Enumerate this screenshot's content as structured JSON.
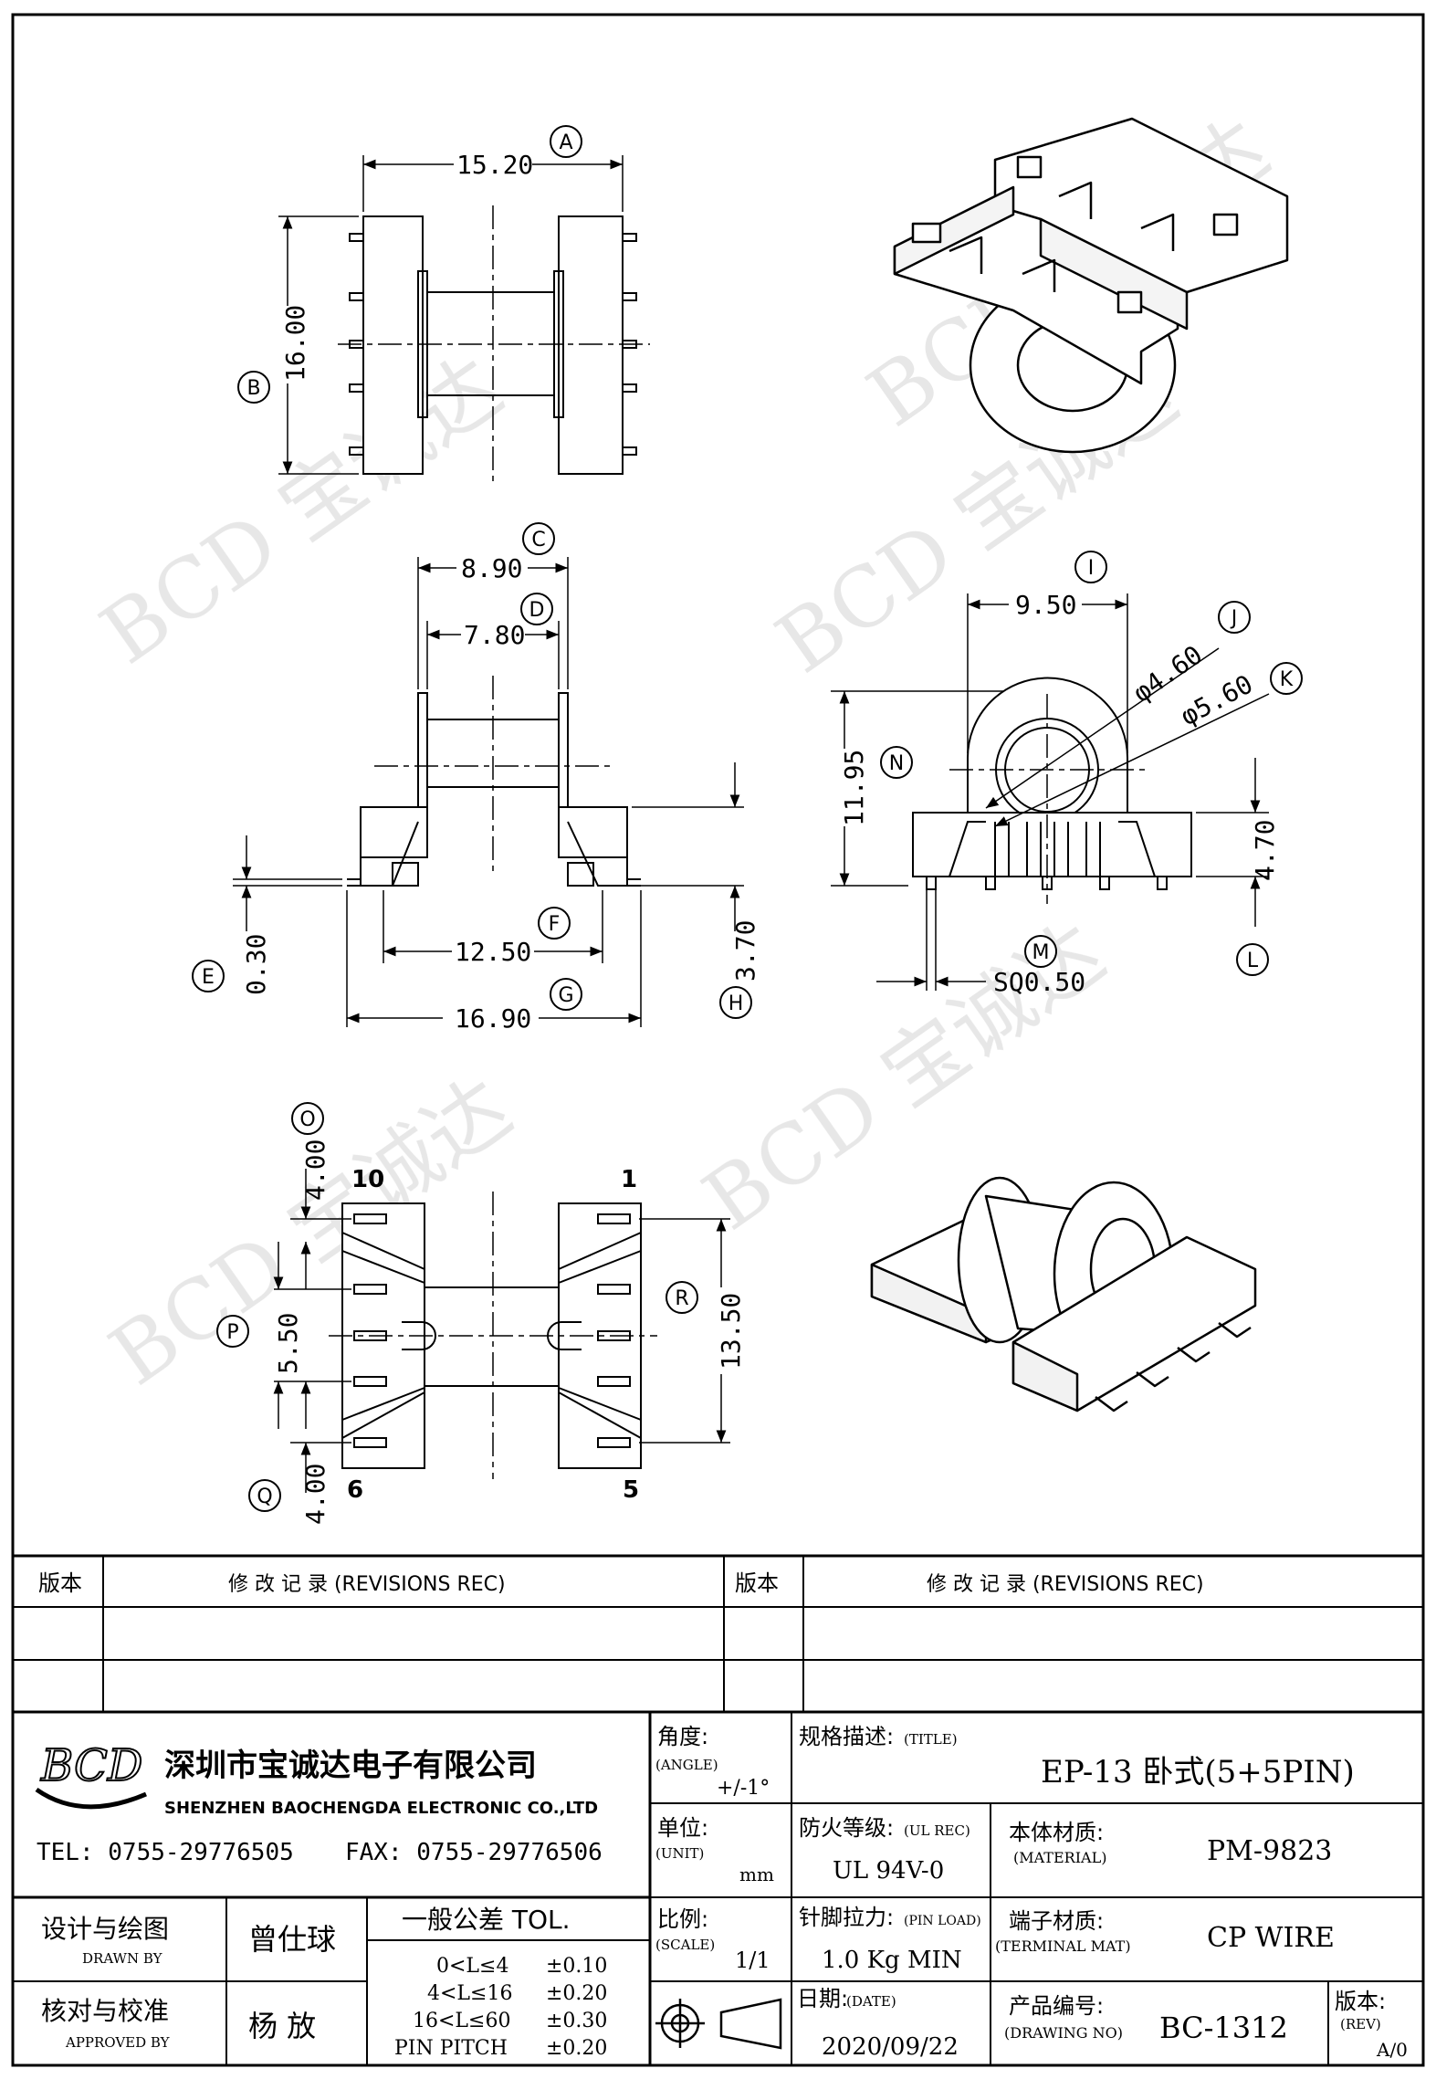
{
  "dimensions": {
    "top_width": "15.20",
    "top_height": "16.00",
    "side_flange_width": "8.90",
    "side_inner_width": "7.80",
    "side_base_inner": "12.50",
    "side_base_outer": "16.90",
    "side_pin_offset": "0.30",
    "side_base_height": "3.70",
    "end_width": "9.50",
    "end_height": "11.95",
    "end_base_height": "4.70",
    "diameter_inner": "φ4.60",
    "diameter_outer": "φ5.60",
    "pin_square": "SQ0.50",
    "bottom_top_gap": "4.00",
    "bottom_pitch": "5.50",
    "bottom_bottom_gap": "4.00",
    "bottom_span": "13.50"
  },
  "callouts": {
    "A": "A",
    "B": "B",
    "C": "C",
    "D": "D",
    "E": "E",
    "F": "F",
    "G": "G",
    "H": "H",
    "I": "I",
    "J": "J",
    "K": "K",
    "L": "L",
    "M": "M",
    "N": "N",
    "O": "O",
    "P": "P",
    "Q": "Q",
    "R": "R"
  },
  "pins": {
    "p10": "10",
    "p1": "1",
    "p6": "6",
    "p5": "5"
  },
  "watermark": "BCD 宝诚达",
  "revisions": {
    "version_label": "版本",
    "record_label": "修 改 记 录  (REVISIONS REC)"
  },
  "company": {
    "logo_text": "BCD",
    "name_cn": "深圳市宝诚达电子有限公司",
    "name_en": "SHENZHEN BAOCHENGDA ELECTRONIC CO.,LTD",
    "tel": "TEL: 0755-29776505",
    "fax": "FAX: 0755-29776506"
  },
  "title_block": {
    "angle_label": "角度:",
    "angle_en": "(ANGLE)",
    "angle_value": "+/-1°",
    "title_label": "规格描述:",
    "title_en": "(TITLE)",
    "title_value": "EP-13 卧式(5+5PIN)",
    "unit_label": "单位:",
    "unit_en": "(UNIT)",
    "unit_value": "mm",
    "ul_label": "防火等级:",
    "ul_en": "(UL REC)",
    "ul_value": "UL 94V-0",
    "material_label": "本体材质:",
    "material_en": "(MATERIAL)",
    "material_value": "PM-9823",
    "designer_label": "设计与绘图",
    "designer_en": "DRAWN BY",
    "designer_value": "曾仕球",
    "tol_label": "一般公差 TOL.",
    "tol_rows": [
      {
        "range": "0<L≤4",
        "value": "±0.10"
      },
      {
        "range": "4<L≤16",
        "value": "±0.20"
      },
      {
        "range": "16<L≤60",
        "value": "±0.30"
      },
      {
        "range": "PIN PITCH",
        "value": "±0.20"
      }
    ],
    "scale_label": "比例:",
    "scale_en": "(SCALE)",
    "scale_value": "1/1",
    "pinload_label": "针脚拉力:",
    "pinload_en": "(PIN LOAD)",
    "pinload_value": "1.0 Kg MIN",
    "terminal_label": "端子材质:",
    "terminal_en": "(TERMINAL MAT)",
    "terminal_value": "CP WIRE",
    "approver_label": "核对与校准",
    "approver_en": "APPROVED BY",
    "approver_value": "杨  放",
    "date_label": "日期:",
    "date_en": "(DATE)",
    "date_value": "2020/09/22",
    "drawing_label": "产品编号:",
    "drawing_en": "(DRAWING NO)",
    "drawing_value": "BC-1312",
    "rev_label": "版本:",
    "rev_en": "(REV)",
    "rev_value": "A/0"
  }
}
